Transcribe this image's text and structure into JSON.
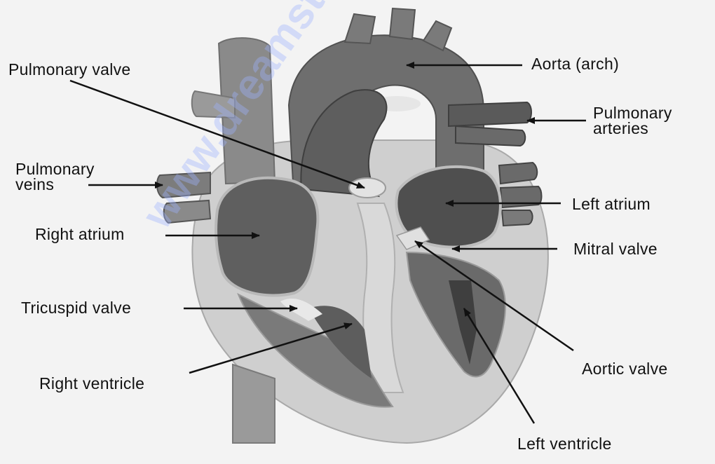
{
  "diagram": {
    "watermark": "www.dreamstime.com",
    "labels": {
      "pulmonary_valve": "Pulmonary valve",
      "aorta_arch": "Aorta (arch)",
      "pulmonary_arteries_1": "Pulmonary",
      "pulmonary_arteries_2": "arteries",
      "pulmonary_veins_1": "Pulmonary",
      "pulmonary_veins_2": "veins",
      "left_atrium": "Left atrium",
      "right_atrium": "Right atrium",
      "mitral_valve": "Mitral valve",
      "tricuspid_valve": "Tricuspid valve",
      "aortic_valve": "Aortic valve",
      "right_ventricle": "Right ventricle",
      "left_ventricle": "Left ventricle"
    }
  }
}
